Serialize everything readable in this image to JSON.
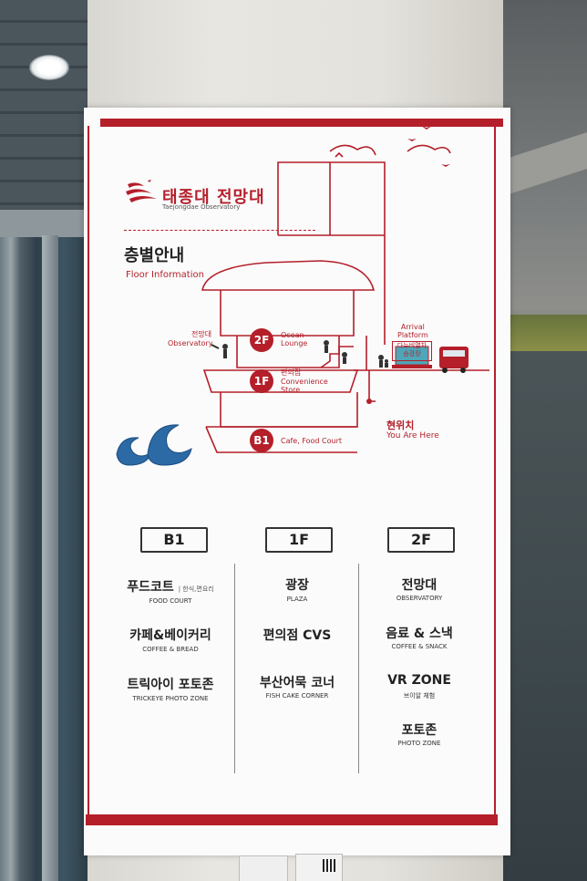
{
  "logo": {
    "korean": "태종대 전망대",
    "english": "Taejongdae Observatory"
  },
  "header": {
    "title_kr": "층별안내",
    "title_en": "Floor Information"
  },
  "diagram": {
    "floors": [
      {
        "badge": "2F",
        "label_en": "Ocean\nLounge",
        "side_kr": "전망대",
        "side_en": "Observatory"
      },
      {
        "badge": "1F",
        "label_kr": "편의점",
        "label_en": "Convenience\nStore"
      },
      {
        "badge": "B1",
        "label_en": "Cafe, Food Court"
      }
    ],
    "arrival": {
      "line1": "Arrival",
      "line2": "Platform",
      "kr_line1": "다누비열차",
      "kr_line2": "승강장"
    },
    "you_are_here": {
      "kr": "현위치",
      "en": "You Are Here"
    }
  },
  "columns": [
    {
      "floor": "B1",
      "items": [
        {
          "kr": "푸드코트",
          "note": "| 한식,면요리",
          "en": "FOOD COURT"
        },
        {
          "kr": "카페&베이커리",
          "en": "COFFEE & BREAD"
        },
        {
          "kr": "트릭아이 포토존",
          "en": "TRICKEYE PHOTO ZONE"
        }
      ]
    },
    {
      "floor": "1F",
      "items": [
        {
          "kr": "광장",
          "en": "PLAZA"
        },
        {
          "kr": "편의점 CVS",
          "en": ""
        },
        {
          "kr": "부산어묵 코너",
          "en": "FISH CAKE CORNER"
        }
      ]
    },
    {
      "floor": "2F",
      "items": [
        {
          "kr": "전망대",
          "en": "OBSERVATORY"
        },
        {
          "kr": "음료 & 스낵",
          "en": "COFFEE & SNACK"
        },
        {
          "kr": "VR ZONE",
          "en": "브이알 체험"
        },
        {
          "kr": "포토존",
          "en": "PHOTO ZONE"
        }
      ]
    }
  ],
  "colors": {
    "brand_red": "#b41f2a",
    "text_dark": "#222222"
  }
}
